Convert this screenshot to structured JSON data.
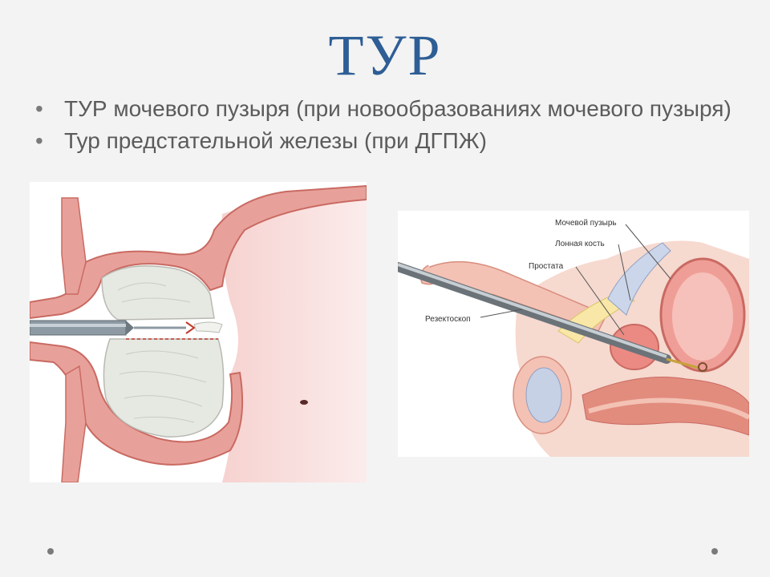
{
  "slide": {
    "title": "ТУР",
    "bullets": [
      "ТУР мочевого пузыря (при новообразованиях мочевого пузыря)",
      "Тур предстательной железы (при ДГПЖ)"
    ]
  },
  "illustration_right": {
    "labels": {
      "bladder": "Мочевой пузырь",
      "pubic_bone": "Лонная кость",
      "prostate": "Простата",
      "resectoscope": "Резектоскоп"
    }
  },
  "colors": {
    "title": "#2e5e95",
    "text": "#5b5b5b",
    "background": "#f3f3f3",
    "tissue": "#e8a19a",
    "tissue_dark": "#c96a62"
  }
}
